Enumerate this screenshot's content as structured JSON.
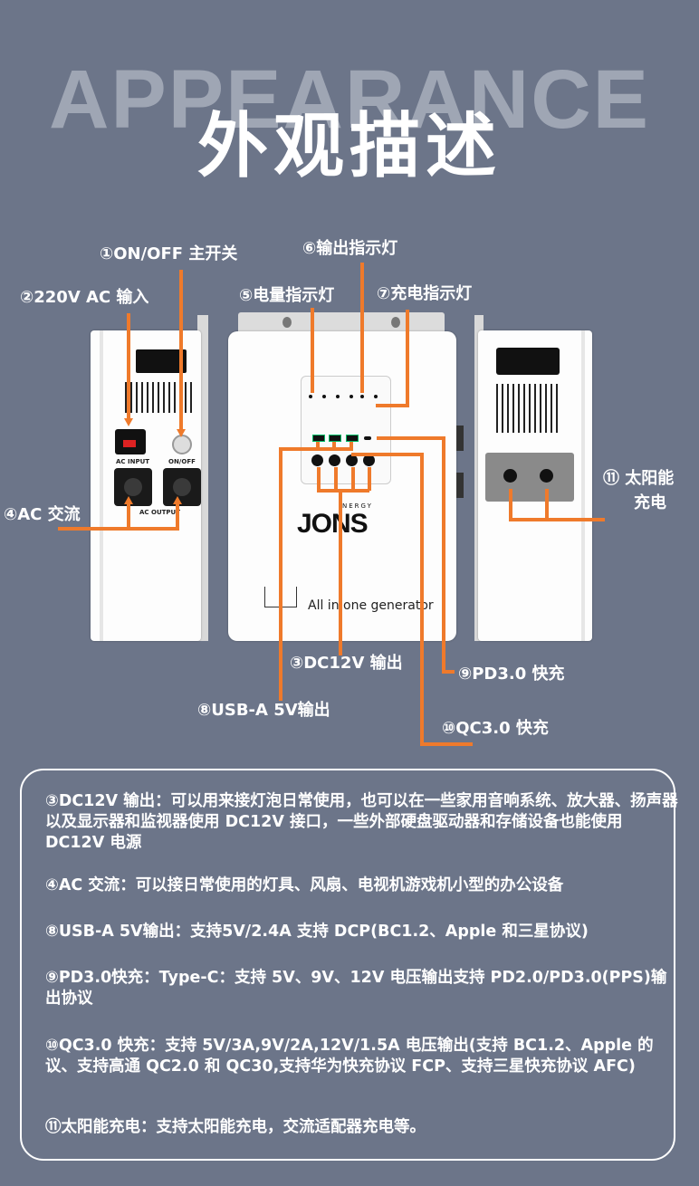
{
  "header": {
    "bg_word": "APPEARANCE",
    "title": "外观描述"
  },
  "callouts": {
    "c1": "①ON/OFF 主开关",
    "c2": "②220V AC 输入",
    "c3": "③DC12V 输出",
    "c4": "④AC 交流",
    "c5": "⑤电量指示灯",
    "c6": "⑥输出指示灯",
    "c7": "⑦充电指示灯",
    "c8": "⑧USB-A 5V输出",
    "c9": "⑨PD3.0 快充",
    "c10": "⑩QC3.0 快充",
    "c11_line1": "⑪ 太阳能",
    "c11_line2": "充电"
  },
  "device_text": {
    "ac_input": "AC INPUT",
    "on_off": "ON/OFF",
    "ac_output": "AC OUTPUT",
    "brand": "JONS",
    "brand_sub": "NERGY",
    "tagline": "All in one generator"
  },
  "descriptions": [
    "③DC12V 输出：可以用来接灯泡日常使用，也可以在一些家用音响系统、放大器、扬声器以及显示器和监视器使用 DC12V 接口，一些外部硬盘驱动器和存储设备也能使用 DC12V 电源",
    "④AC 交流：可以接日常使用的灯具、风扇、电视机游戏机小型的办公设备",
    "⑧USB-A 5V输出：支持5V/2.4A 支持 DCP(BC1.2、Apple 和三星协议)",
    "⑨PD3.0快充：Type-C：支持 5V、9V、12V 电压输出支持 PD2.0/PD3.0(PPS)输出协议",
    "⑩QC3.0 快充：支持 5V/3A,9V/2A,12V/1.5A 电压输出(支持 BC1.2、Apple 的议、支持高通 QC2.0 和 QC30,支持华为快充协议 FCP、支持三星快充协议 AFC)",
    "⑪太阳能充电：支持太阳能充电，交流适配器充电等。"
  ],
  "colors": {
    "background": "#6c7589",
    "accent": "#ef7a2b"
  }
}
